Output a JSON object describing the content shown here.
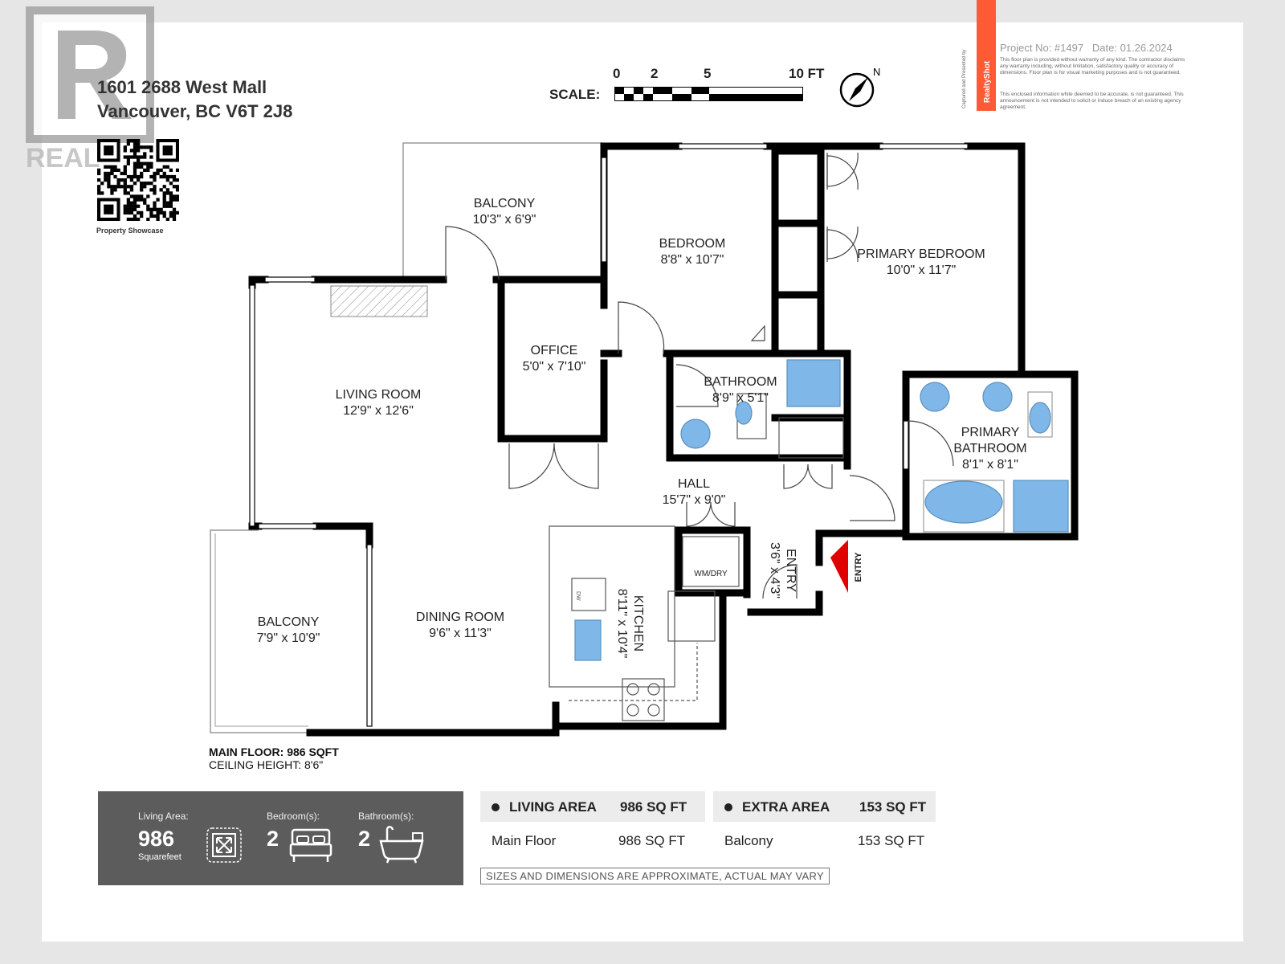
{
  "address": {
    "line1": "1601 2688 West Mall",
    "line2": "Vancouver, BC V6T 2J8"
  },
  "logo": {
    "text": "REAL"
  },
  "qr_caption": "Property Showcase",
  "scale": {
    "label": "SCALE:",
    "ticks": [
      "0",
      "2",
      "5",
      "10 FT"
    ],
    "compass": "N"
  },
  "project": {
    "number": "Project No: #1497",
    "date": "Date: 01.26.2024",
    "brand": "RealtyShot",
    "brand_caption": "Captured and Presented by",
    "disclaimer1": "This floor plan is provided without warranty of any kind. The contractor disclaims any warranty including, without limitation, satisfactory quality or accuracy of dimensions. Floor plan is for visual marketing purposes and is not guaranteed.",
    "disclaimer2": "This enclosed information while deemed to be accurate, is not guaranteed. This announcement is not intended to solicit or induce breach of an existing agency agreement."
  },
  "rooms": [
    {
      "id": "balcony-top",
      "name": "BALCONY",
      "dims": "10'3\" x 6'9\""
    },
    {
      "id": "bedroom",
      "name": "BEDROOM",
      "dims": "8'8\" x 10'7\""
    },
    {
      "id": "primary-bedroom",
      "name": "PRIMARY BEDROOM",
      "dims": "10'0\" x 11'7\""
    },
    {
      "id": "office",
      "name": "OFFICE",
      "dims": "5'0\" x 7'10\""
    },
    {
      "id": "living-room",
      "name": "LIVING ROOM",
      "dims": "12'9\" x 12'6\""
    },
    {
      "id": "bathroom",
      "name": "BATHROOM",
      "dims": "8'9\" x 5'1\""
    },
    {
      "id": "primary-bathroom",
      "name": "PRIMARY BATHROOM",
      "name_line1": "PRIMARY",
      "name_line2": "BATHROOM",
      "dims": "8'1\" x 8'1\""
    },
    {
      "id": "hall",
      "name": "HALL",
      "dims": "15'7\" x 9'0\""
    },
    {
      "id": "balcony-left",
      "name": "BALCONY",
      "dims": "7'9\" x 10'9\""
    },
    {
      "id": "dining-room",
      "name": "DINING ROOM",
      "dims": "9'6\" x 11'3\""
    },
    {
      "id": "kitchen",
      "name": "KITCHEN",
      "dims": "8'11\" x 10'4\""
    },
    {
      "id": "entry",
      "name": "ENTRY",
      "dims": "3'6\" x 4'3\""
    }
  ],
  "fixtures": {
    "laundry": "WM/DRY",
    "dishwasher": "DW",
    "entry_marker": "ENTRY"
  },
  "floor_info": {
    "main_floor": "MAIN FLOOR: 986 SQFT",
    "ceiling": "CEILING HEIGHT: 8'6\""
  },
  "stats": {
    "living_area_label": "Living Area:",
    "living_area_value": "986",
    "living_area_unit": "Squarefeet",
    "bedrooms_label": "Bedroom(s):",
    "bedrooms_value": "2",
    "bathrooms_label": "Bathroom(s):",
    "bathrooms_value": "2"
  },
  "areas": {
    "living": {
      "header": "LIVING AREA",
      "header_value": "986 SQ FT",
      "row_label": "Main Floor",
      "row_value": "986 SQ FT"
    },
    "extra": {
      "header": "EXTRA AREA",
      "header_value": "153 SQ FT",
      "row_label": "Balcony",
      "row_value": "153 SQ FT"
    }
  },
  "disclaimer": "SIZES AND DIMENSIONS ARE APPROXIMATE, ACTUAL MAY VARY",
  "colors": {
    "wall": "#000000",
    "fixture_blue": "#7fb8e8",
    "stats_bg": "#5c5c5c",
    "entry_arrow": "#e00000",
    "brand_orange": "#ff5a36"
  }
}
